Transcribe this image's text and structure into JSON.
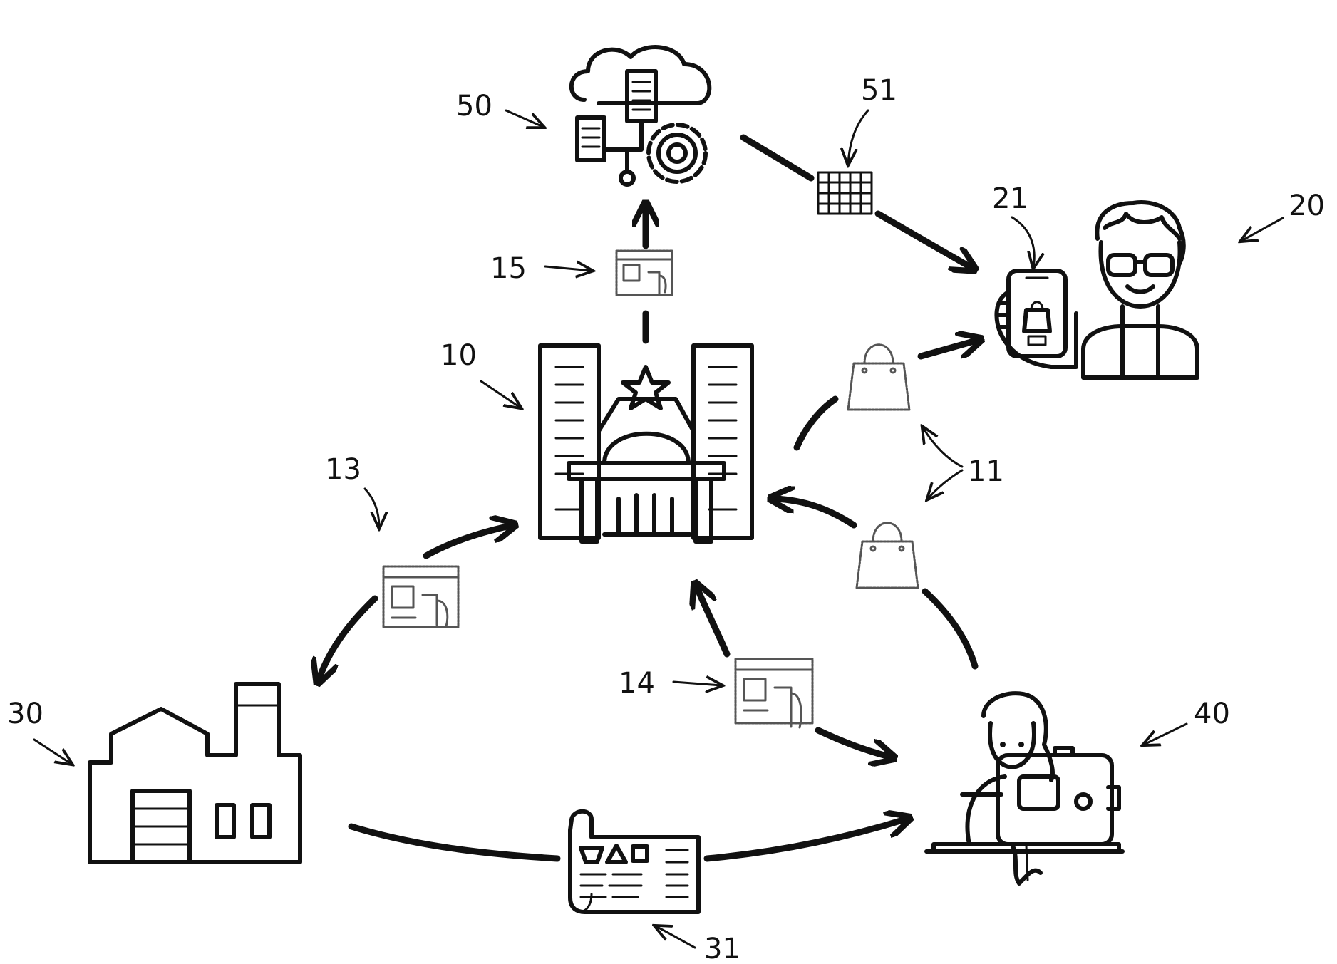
{
  "diagram": {
    "labels": {
      "l10": "10",
      "l11": "11",
      "l13": "13",
      "l14": "14",
      "l15": "15",
      "l20": "20",
      "l21": "21",
      "l30": "30",
      "l31": "31",
      "l40": "40",
      "l50": "50",
      "l51": "51"
    },
    "icons": {
      "hub": "brand-headquarters-icon",
      "cloud": "cloud-server-settings-icon",
      "consumer": "consumer-person-icon",
      "phone": "mobile-shopping-app-icon",
      "factory": "factory-icon",
      "tailor": "tailor-sewing-machine-icon",
      "bag": "shopping-bag-icon",
      "form": "order-form-icon",
      "grid": "data-grid-icon",
      "blueprint": "pattern-blueprint-icon"
    }
  }
}
